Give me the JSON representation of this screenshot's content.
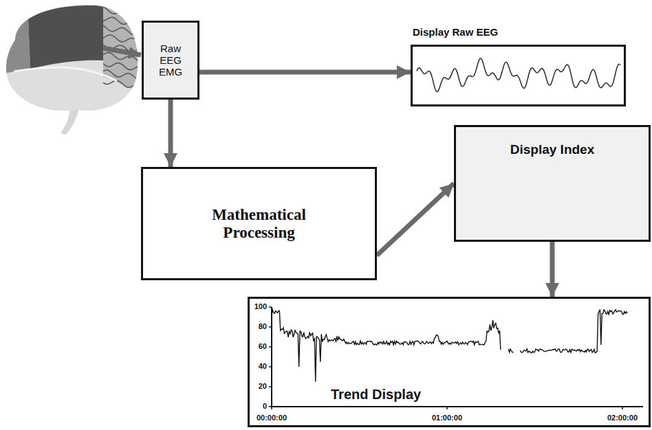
{
  "diagram": {
    "nodes": [
      {
        "text": [
          "Raw EEG EMG"
        ]
      },
      {
        "text": [
          "Display Raw EEG"
        ]
      },
      {
        "text": [
          "Mathematical Processing"
        ]
      },
      {
        "text": [
          "Display Index"
        ]
      },
      {
        "text": [
          "Trend Display"
        ]
      }
    ],
    "edges": [
      {
        "from": 0,
        "to": 1,
        "arrow": "to"
      },
      {
        "from": 0,
        "to": 2,
        "arrow": "to"
      },
      {
        "from": 2,
        "to": 3,
        "arrow": "to"
      },
      {
        "from": 3,
        "to": 4,
        "arrow": "to"
      }
    ],
    "labels": [
      "100",
      "80",
      "60",
      "40",
      "20",
      "0",
      "00:00:00",
      "01:00:00",
      "02:00:00"
    ]
  }
}
